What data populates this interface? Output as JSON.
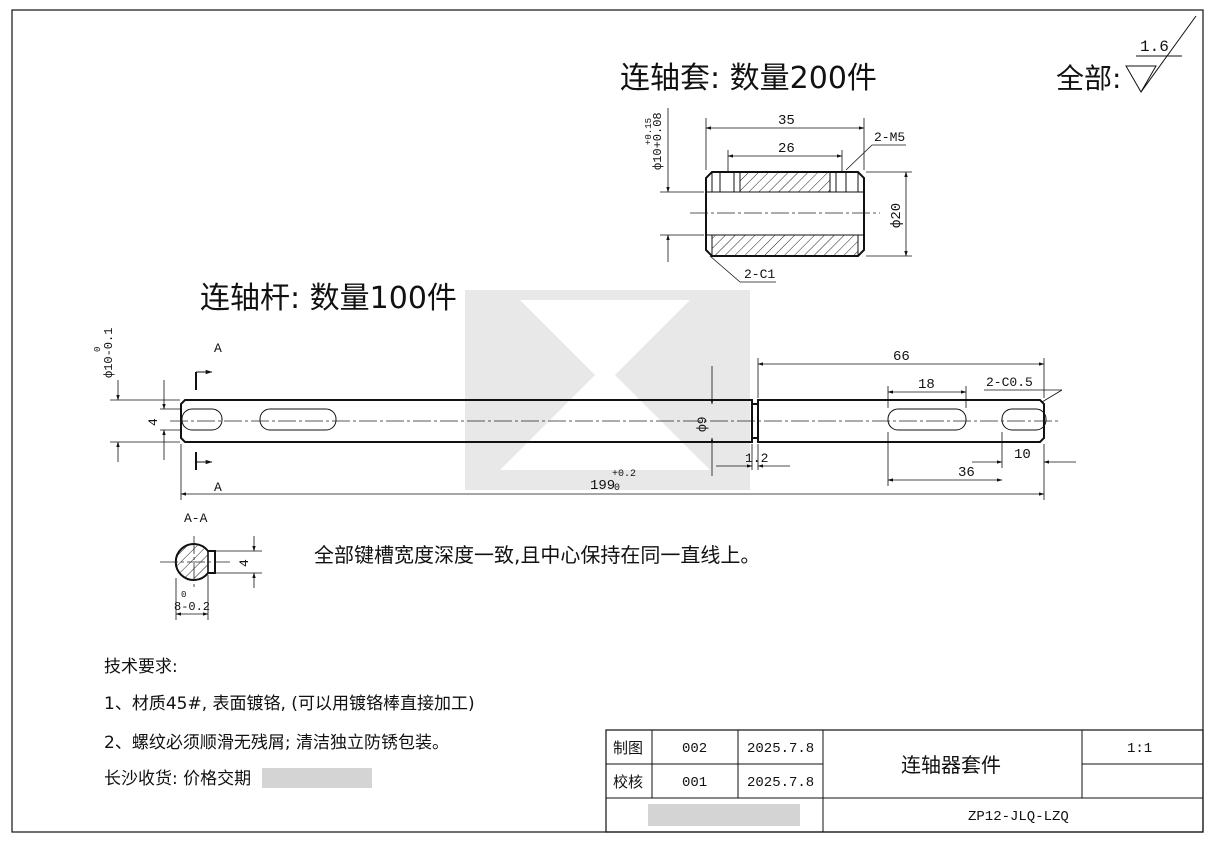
{
  "sleeve": {
    "title": "连轴套: 数量200件",
    "dim_length": "35",
    "dim_inner": "26",
    "thread": "2-M5",
    "dia_inner": "ф10+0.08",
    "dia_inner_upper": "+0.15",
    "dia_outer": "ф20",
    "chamfer": "2-C1"
  },
  "rod": {
    "title": "连轴杆: 数量100件",
    "dia": "ф10-0.1",
    "dia_upper": "0",
    "slot_width": "4",
    "section_mark": "A",
    "neck_dia": "ф9",
    "neck_len": "1.2",
    "total_length": "199",
    "total_tol_upper": "+0.2",
    "total_tol_lower": "0",
    "dim_66": "66",
    "dim_18": "18",
    "chamfer": "2-C0.5",
    "dim_10": "10",
    "dim_36": "36"
  },
  "section": {
    "label": "A-A",
    "dim_4": "4",
    "dim_8": "8-0.2",
    "dim_8_upper": "0"
  },
  "note": "全部键槽宽度深度一致,且中心保持在同一直线上。",
  "surface": {
    "label": "全部:",
    "value": "1.6"
  },
  "requirements": {
    "heading": "技术要求:",
    "items": [
      "1、材质45#, 表面镀铬, (可以用镀铬棒直接加工)",
      "2、螺纹必须顺滑无残屑; 清洁独立防锈包装。",
      "长沙收货: 价格交期"
    ]
  },
  "title_block": {
    "rows": [
      {
        "role": "制图",
        "num": "002",
        "date": "2025.7.8"
      },
      {
        "role": "校核",
        "num": "001",
        "date": "2025.7.8"
      }
    ],
    "part_name": "连轴器套件",
    "scale": "1:1",
    "drawing_no": "ZP12-JLQ-LZQ"
  }
}
